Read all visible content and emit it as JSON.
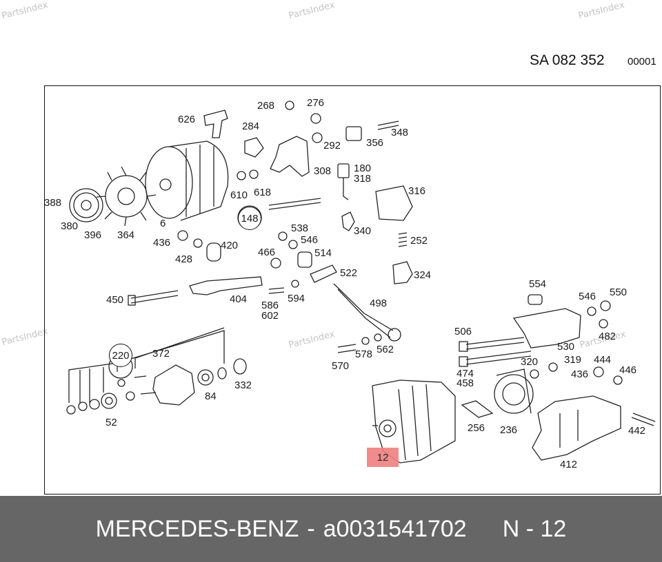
{
  "watermark": "PartsIndex",
  "header": {
    "code": "SA 082 352",
    "page_ref": "00001"
  },
  "callouts": {
    "c268": "268",
    "c276": "276",
    "c626": "626",
    "c284": "284",
    "c348": "348",
    "c356": "356",
    "c292": "292",
    "c308": "308",
    "c180": "180",
    "c318": "318",
    "c316": "316",
    "c610": "610",
    "c618": "618",
    "c388": "388",
    "c380": "380",
    "c396": "396",
    "c364": "364",
    "c6": "6",
    "c148": "148",
    "c538": "538",
    "c546a": "546",
    "c340": "340",
    "c252": "252",
    "c436a": "436",
    "c428": "428",
    "c420": "420",
    "c466": "466",
    "c514": "514",
    "c522": "522",
    "c324": "324",
    "c554": "554",
    "c546b": "546",
    "c550": "550",
    "c450": "450",
    "c404": "404",
    "c586": "586",
    "c602": "602",
    "c594": "594",
    "c498": "498",
    "c482": "482",
    "c506": "506",
    "c530": "530",
    "c220": "220",
    "c372": "372",
    "c570": "570",
    "c578": "578",
    "c562": "562",
    "c474": "474",
    "c458": "458",
    "c320": "320",
    "c319": "319",
    "c444": "444",
    "c436b": "436",
    "c446": "446",
    "c332": "332",
    "c84": "84",
    "c52": "52",
    "c256": "256",
    "c236": "236",
    "c442": "442",
    "c412": "412",
    "c12": "12"
  },
  "footer": {
    "brand": "MERCEDES-BENZ",
    "part_number": "a0031541702",
    "position": "N - 12"
  }
}
